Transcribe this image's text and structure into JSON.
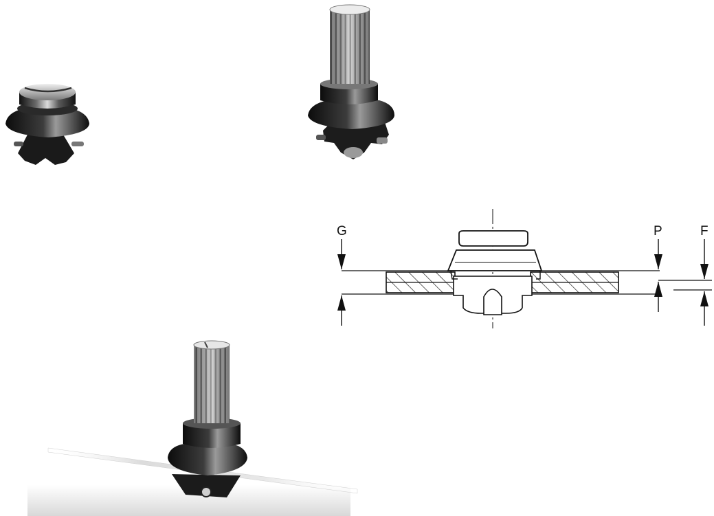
{
  "diagram": {
    "labels": {
      "g": "G",
      "p": "P",
      "f": "F"
    }
  },
  "photos": [
    {
      "id": "fastener-short",
      "description": ""
    },
    {
      "id": "fastener-splined-stud",
      "description": ""
    },
    {
      "id": "fastener-installed-panel",
      "description": ""
    }
  ],
  "colors": {
    "metal_dark": "#1b1b1b",
    "metal_mid": "#4a4a4a",
    "metal_light": "#d6d6d6",
    "line": "#111111",
    "background": "#ffffff"
  }
}
